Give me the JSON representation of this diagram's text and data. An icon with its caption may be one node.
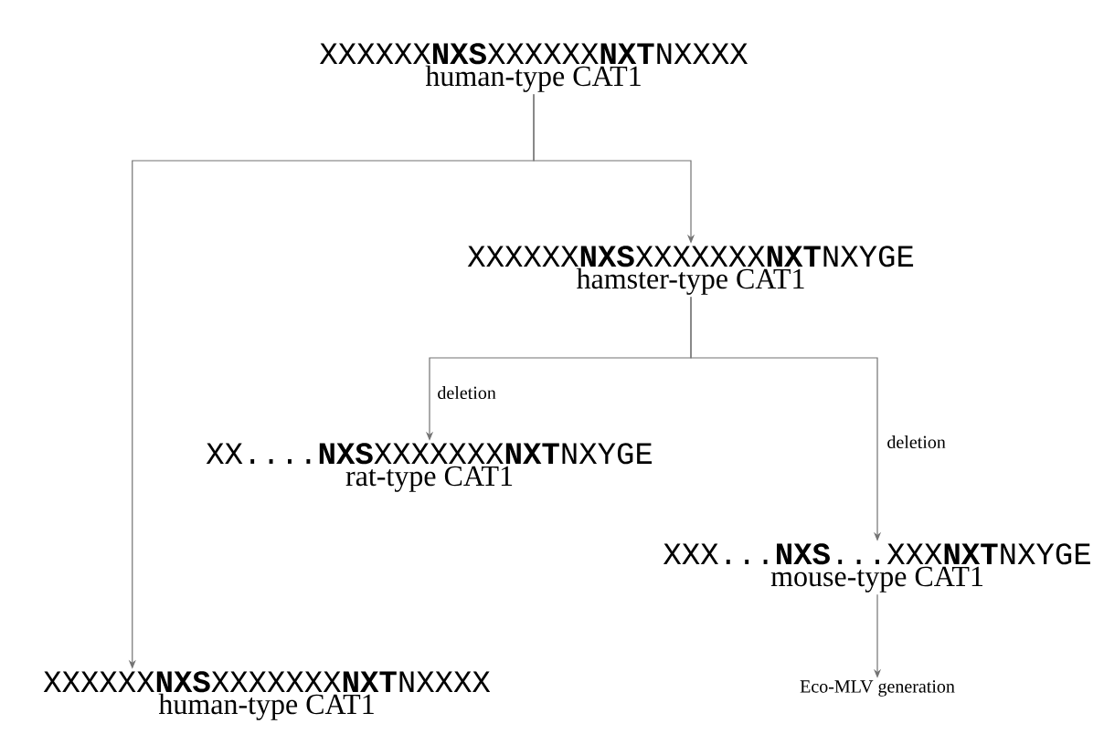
{
  "diagram": {
    "nodes": [
      {
        "text": [
          "XXXXXX**NXS**XXXXXX**NXT**NXXXX",
          "human-type CAT1"
        ]
      },
      {
        "text": [
          "XXXXXX**NXS**XXXXXXX**NXT**NXYGE",
          "hamster-type CAT1"
        ]
      },
      {
        "text": [
          "XX....**NXS**XXXXXXX**NXT**NXYGE",
          "rat-type CAT1"
        ]
      },
      {
        "text": [
          "XXX...**NXS**...XXX**NXT**NXYGE",
          "mouse-type CAT1"
        ]
      },
      {
        "text": [
          "Eco-MLV generation"
        ]
      },
      {
        "text": [
          "XXXXXX**NXS**XXXXXXX**NXT**NXXXX",
          "human-type CAT1"
        ]
      }
    ],
    "edges": [
      {
        "from": 0,
        "to": 1,
        "arrow": "to"
      },
      {
        "from": 0,
        "to": 5,
        "arrow": "to"
      },
      {
        "from": 1,
        "to": 2,
        "arrow": "to",
        "label": "deletion"
      },
      {
        "from": 1,
        "to": 3,
        "arrow": "to",
        "label": "deletion"
      },
      {
        "from": 3,
        "to": 4,
        "arrow": "to"
      }
    ]
  }
}
